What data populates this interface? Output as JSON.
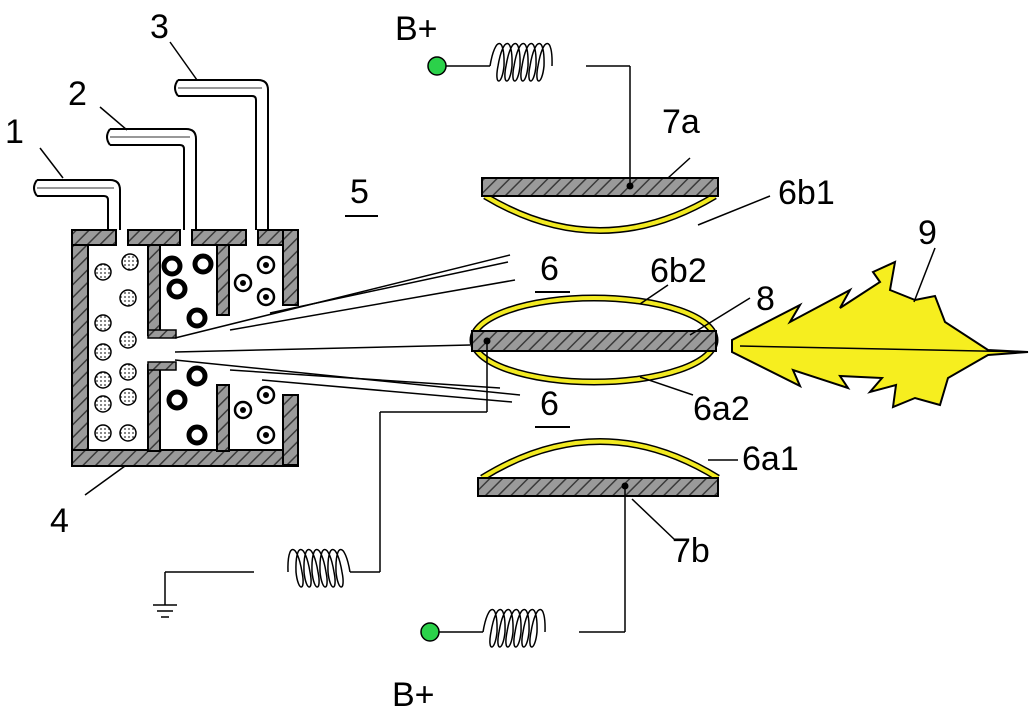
{
  "labels": {
    "l1": "1",
    "l2": "2",
    "l3": "3",
    "l4": "4",
    "l5": "5",
    "l6_top": "6",
    "l6_bottom": "6",
    "l6b1": "6b1",
    "l6b2": "6b2",
    "l6a1": "6a1",
    "l6a2": "6a2",
    "l7a": "7a",
    "l7b": "7b",
    "l8": "8",
    "l9": "9",
    "bplus_top": "B+",
    "bplus_bottom": "B+"
  },
  "colors": {
    "hatch_fill": "#8a8a8a",
    "ring": "#f2ea21",
    "terminal": "#2bd14a",
    "lightning": "#f6ee1f",
    "line": "#000000"
  },
  "icons": {
    "terminal": "green-dot",
    "ground": "ground-symbol",
    "coil": "inductor-coil"
  }
}
